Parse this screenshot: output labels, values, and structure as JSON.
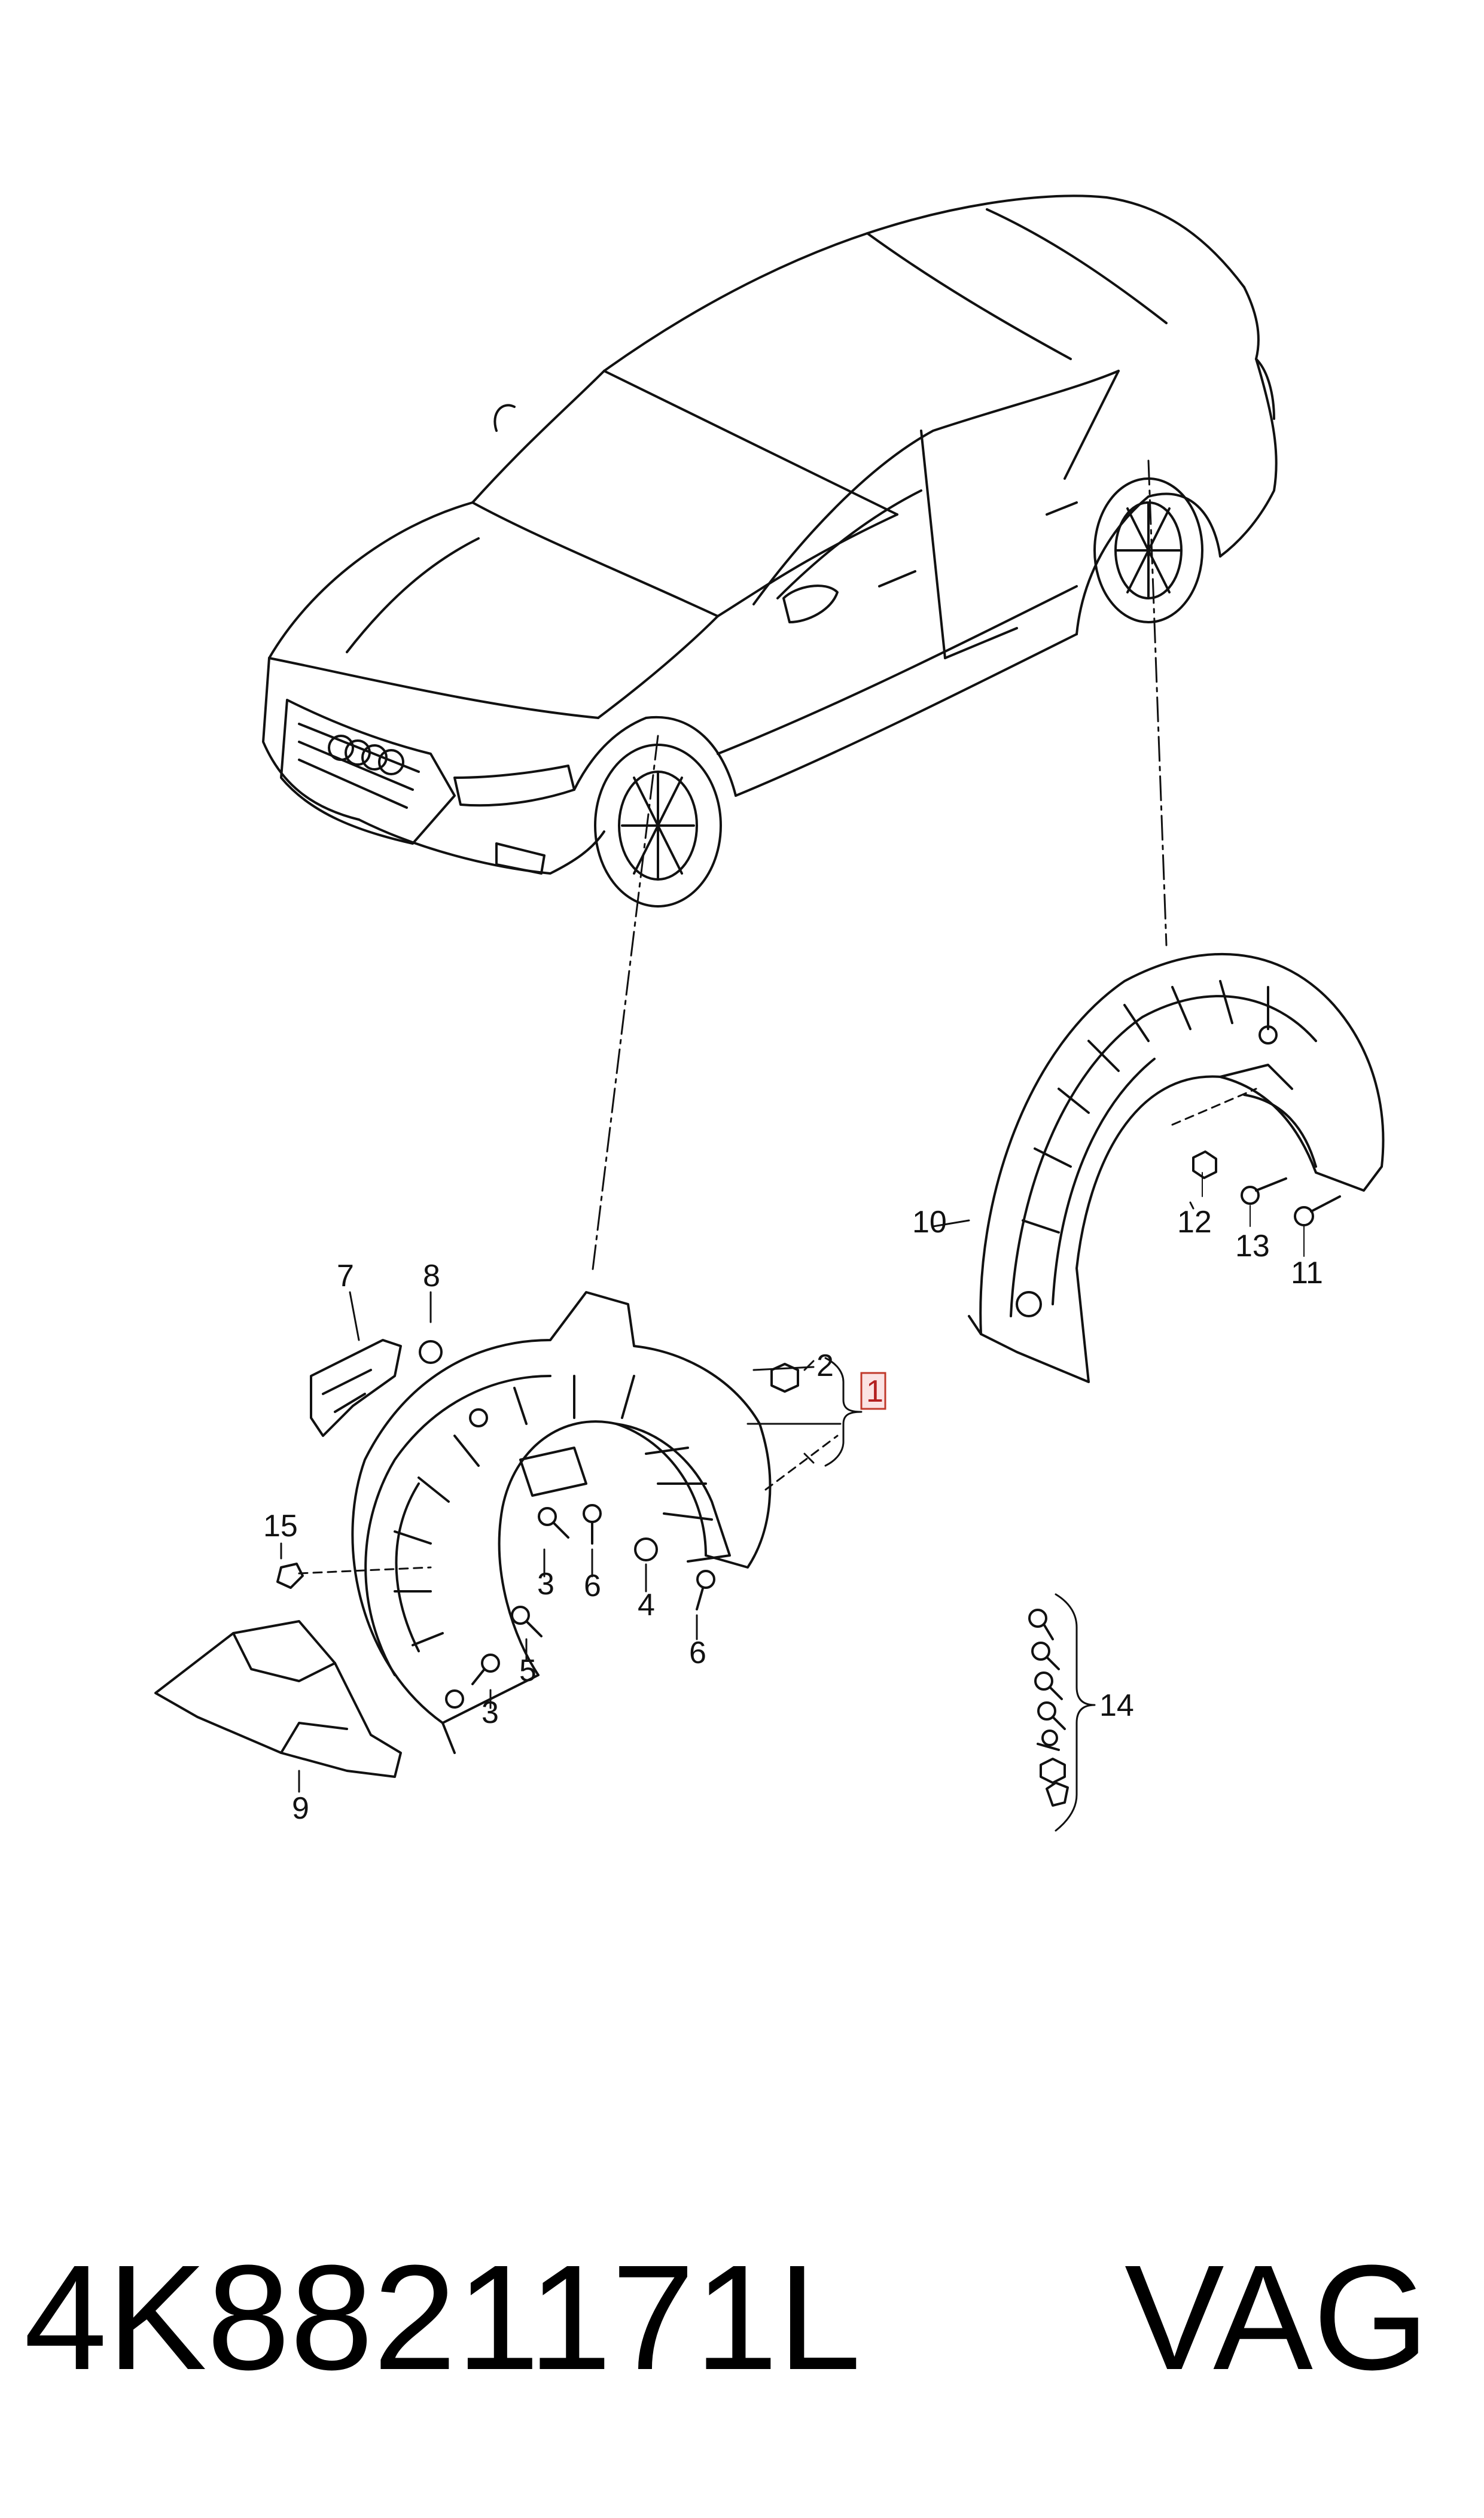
{
  "callouts": {
    "c1": "1",
    "c2": "2",
    "c3a": "3",
    "c3b": "3",
    "c4": "4",
    "c5": "5",
    "c6a": "6",
    "c6b": "6",
    "c7": "7",
    "c8": "8",
    "c9": "9",
    "c10": "10",
    "c11": "11",
    "c12": "12",
    "c13": "13",
    "c14": "14",
    "c15": "15"
  },
  "footer": {
    "part_number": "4K8821171L",
    "brand": "VAG"
  },
  "colors": {
    "line": "#111111",
    "highlight_box": "#c0392b",
    "highlight_fill": "#fbe3e3"
  }
}
